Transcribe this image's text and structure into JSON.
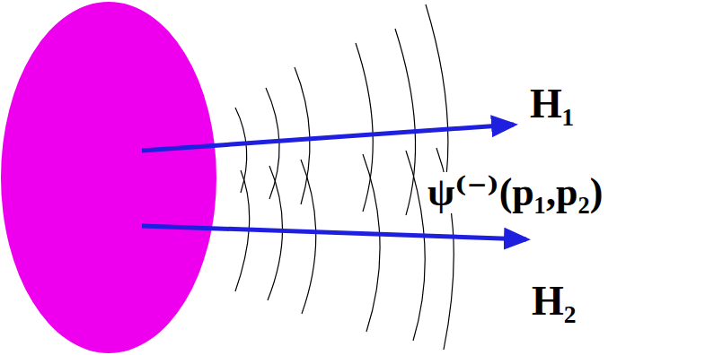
{
  "diagram": {
    "labels": [
      "H₁",
      "ψ⁽⁻⁾(p₁,p₂)",
      "H₂"
    ]
  }
}
